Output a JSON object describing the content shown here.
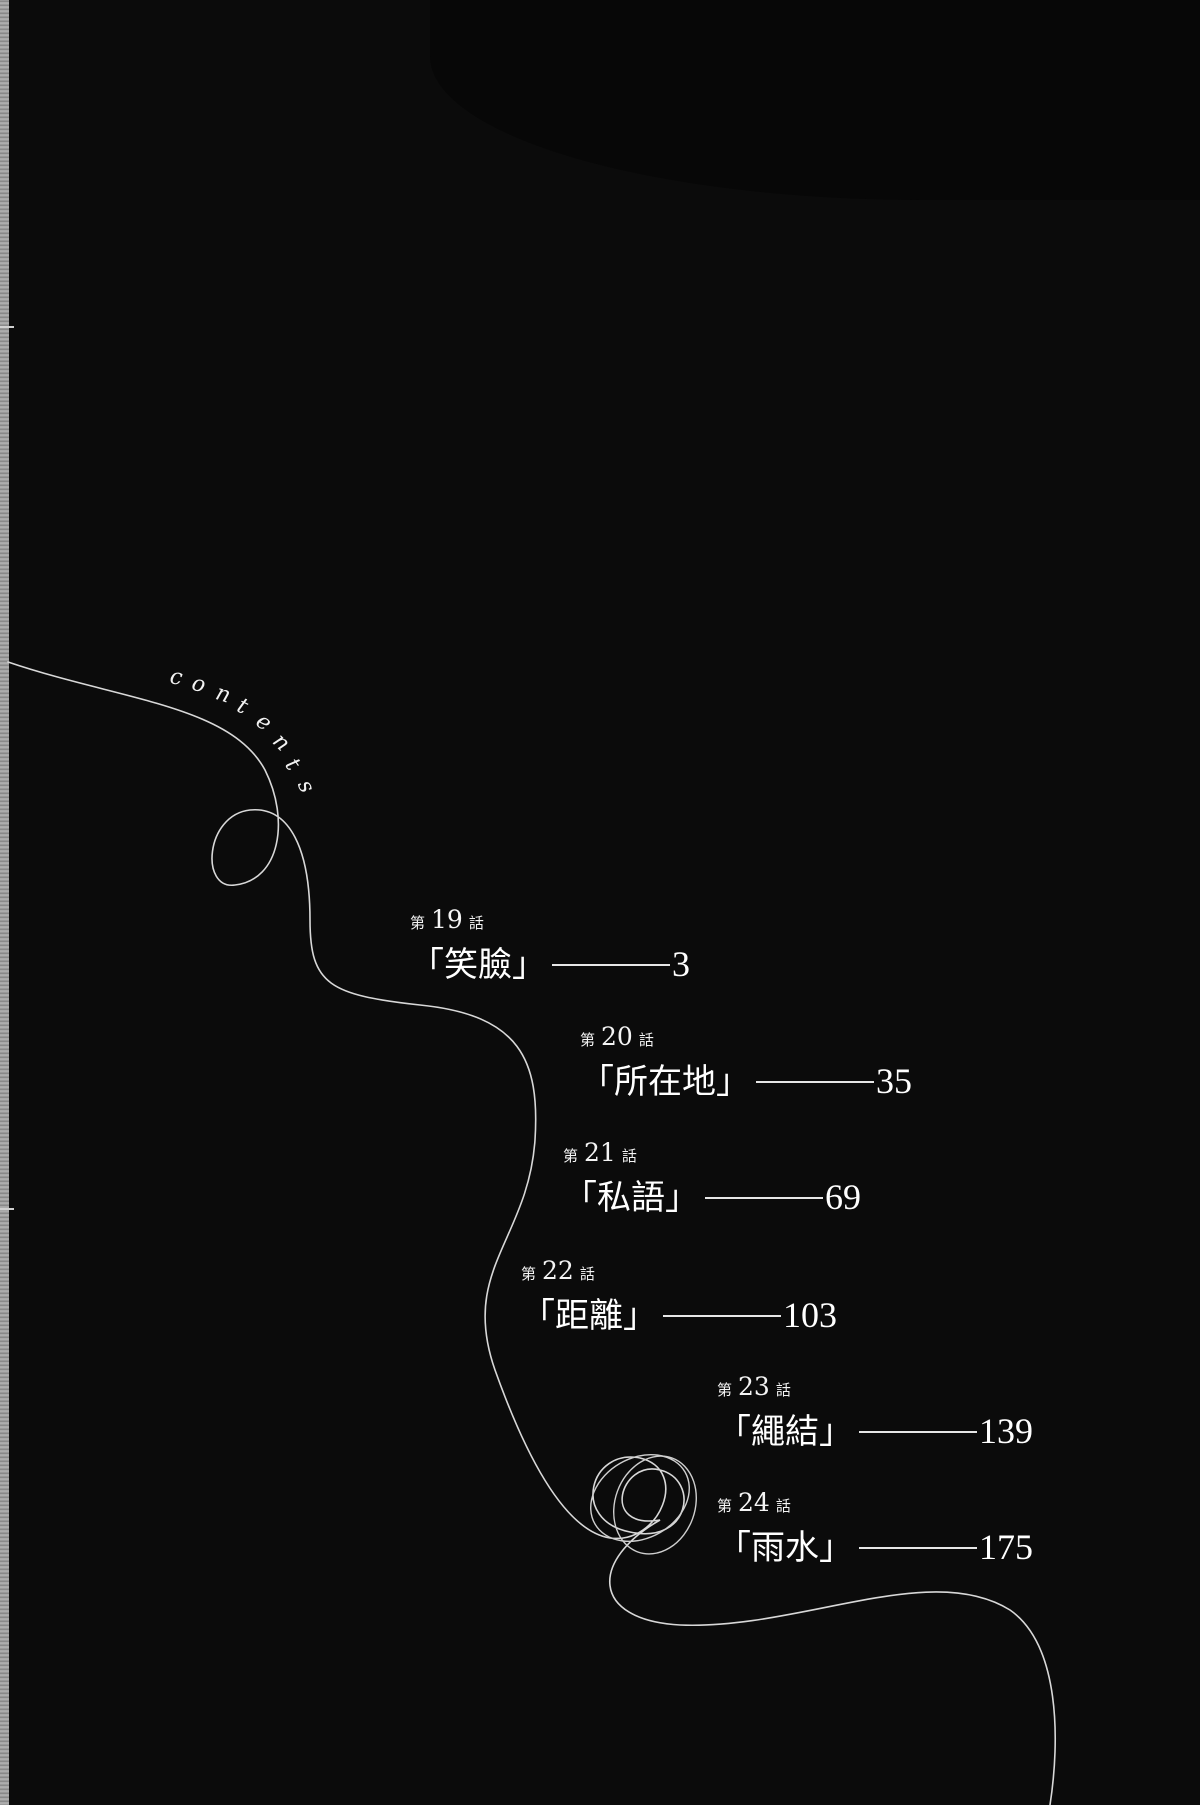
{
  "heading": {
    "letters": [
      "c",
      "o",
      "n",
      "t",
      "e",
      "n",
      "t",
      "s"
    ]
  },
  "entries": [
    {
      "prefix": "第",
      "number": "19",
      "suffix": "話",
      "title": "「笑臉」",
      "page": "3"
    },
    {
      "prefix": "第",
      "number": "20",
      "suffix": "話",
      "title": "「所在地」",
      "page": "35"
    },
    {
      "prefix": "第",
      "number": "21",
      "suffix": "話",
      "title": "「私語」",
      "page": "69"
    },
    {
      "prefix": "第",
      "number": "22",
      "suffix": "話",
      "title": "「距離」",
      "page": "103"
    },
    {
      "prefix": "第",
      "number": "23",
      "suffix": "話",
      "title": "「繩結」",
      "page": "139"
    },
    {
      "prefix": "第",
      "number": "24",
      "suffix": "話",
      "title": "「雨水」",
      "page": "175"
    }
  ],
  "colors": {
    "background": "#0b0b0b",
    "text": "#ffffff",
    "thread": "#d8d8d8"
  }
}
